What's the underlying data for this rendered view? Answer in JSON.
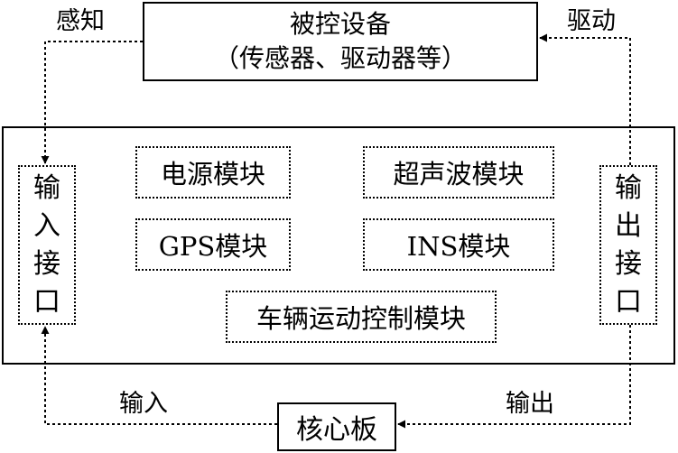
{
  "device": {
    "line1": "被控设备",
    "line2": "（传感器、驱动器等）"
  },
  "labels": {
    "sense": "感知",
    "drive": "驱动",
    "input": "输入",
    "output": "输出"
  },
  "modules": {
    "power": "电源模块",
    "ultrasonic": "超声波模块",
    "gps": "GPS模块",
    "ins": "INS模块",
    "vehicle_control": "车辆运动控制模块"
  },
  "input_interface": [
    "输",
    "入",
    "接",
    "口"
  ],
  "output_interface": [
    "输",
    "出",
    "接",
    "口"
  ],
  "core_board": "核心板"
}
